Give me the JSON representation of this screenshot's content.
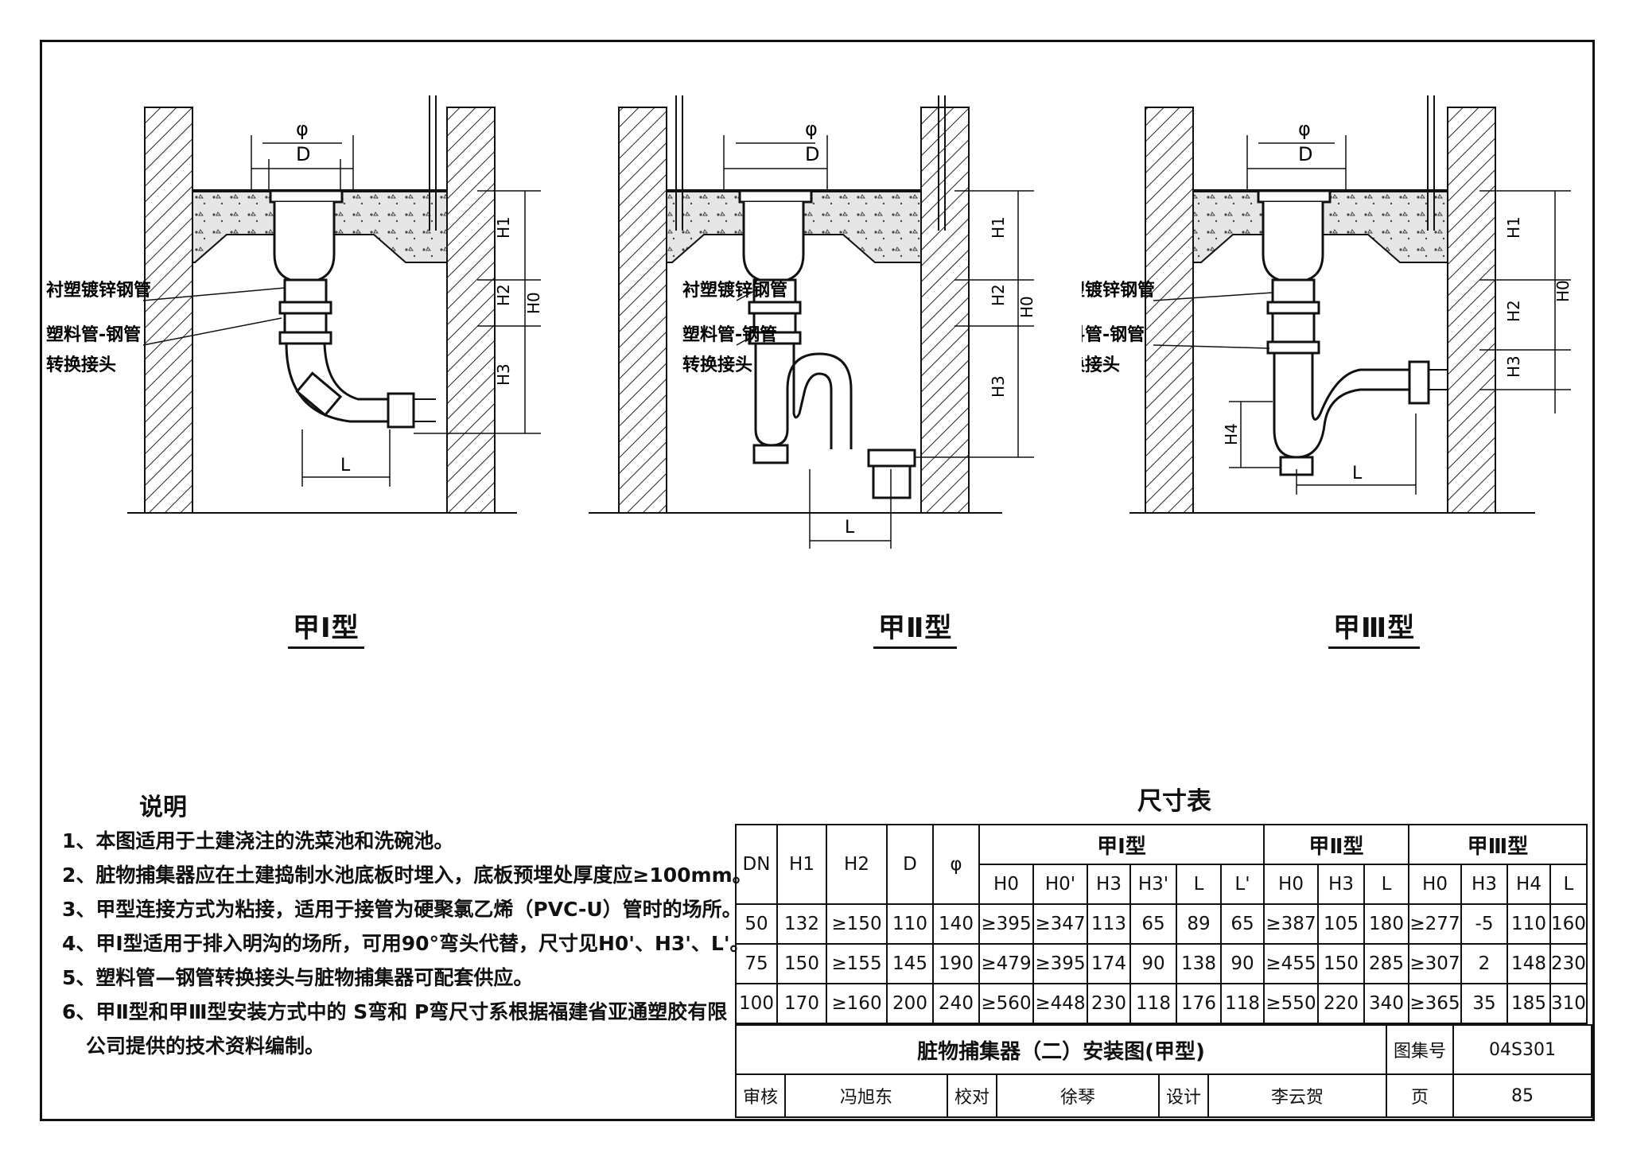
{
  "figures": [
    {
      "caption": "甲Ⅰ型"
    },
    {
      "caption": "甲Ⅱ型"
    },
    {
      "caption": "甲Ⅲ型"
    }
  ],
  "labels": {
    "pipe1": "衬塑镀锌钢管",
    "pipe2": "塑料管-钢管",
    "pipe3": "转换接头",
    "phi": "φ",
    "d": "D",
    "h0": "H0",
    "h1": "H1",
    "h2": "H2",
    "h3": "H3",
    "h4": "H4",
    "l": "L"
  },
  "notes": {
    "title": "说明",
    "items": [
      "1、本图适用于土建浇注的洗菜池和洗碗池。",
      "2、脏物捕集器应在土建捣制水池底板时埋入，底板预埋处厚度应≥100mm。",
      "3、甲型连接方式为粘接，适用于接管为硬聚氯乙烯（PVC-U）管时的场所。",
      "4、甲Ⅰ型适用于排入明沟的场所，可用90°弯头代替，尺寸见H0'、H3'、L'。",
      "5、塑料管—钢管转换接头与脏物捕集器可配套供应。",
      "6、甲Ⅱ型和甲Ⅲ型安装方式中的 S弯和 P弯尺寸系根据福建省亚通塑胶有限",
      "   公司提供的技术资料编制。"
    ]
  },
  "table": {
    "title": "尺寸表",
    "group_headers": [
      "甲Ⅰ型",
      "甲Ⅱ型",
      "甲Ⅲ型"
    ],
    "fixed_headers": [
      "DN",
      "H1",
      "H2",
      "D",
      "φ"
    ],
    "sub_headers": [
      "H0",
      "H0'",
      "H3",
      "H3'",
      "L",
      "L'",
      "H0",
      "H3",
      "L",
      "H0",
      "H3",
      "H4",
      "L"
    ],
    "rows": [
      [
        "50",
        "132",
        "≥150",
        "110",
        "140",
        "≥395",
        "≥347",
        "113",
        "65",
        "89",
        "65",
        "≥387",
        "105",
        "180",
        "≥277",
        "-5",
        "110",
        "160"
      ],
      [
        "75",
        "150",
        "≥155",
        "145",
        "190",
        "≥479",
        "≥395",
        "174",
        "90",
        "138",
        "90",
        "≥455",
        "150",
        "285",
        "≥307",
        "2",
        "148",
        "230"
      ],
      [
        "100",
        "170",
        "≥160",
        "200",
        "240",
        "≥560",
        "≥448",
        "230",
        "118",
        "176",
        "118",
        "≥550",
        "220",
        "340",
        "≥365",
        "35",
        "185",
        "310"
      ]
    ]
  },
  "title_block": {
    "drawing_title": "脏物捕集器（二）安装图(甲型)",
    "atlas_label": "图集号",
    "atlas_no": "04S301",
    "review_label": "审核",
    "reviewer": "冯旭东",
    "check_label": "校对",
    "checker": "徐琴",
    "design_label": "设计",
    "designer": "李云贺",
    "page_label": "页",
    "page_no": "85"
  }
}
